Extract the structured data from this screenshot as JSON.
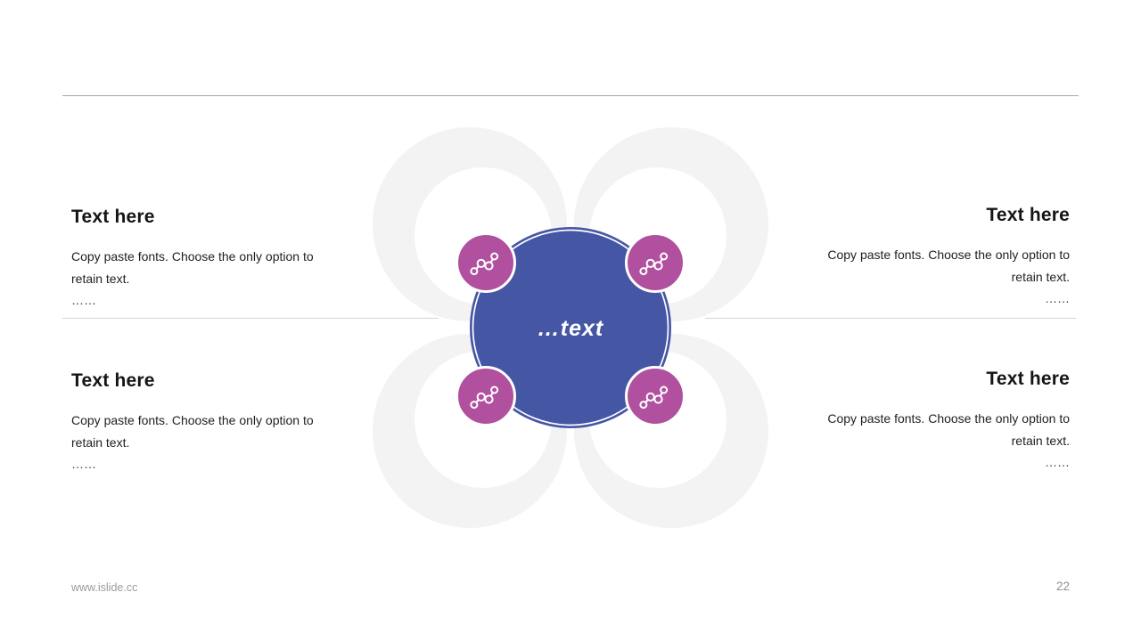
{
  "footer": {
    "url": "www.islide.cc",
    "page_number": "22"
  },
  "diagram": {
    "center_label": "…text",
    "colors": {
      "center_blue": "#4556a5",
      "node_magenta": "#b0509e",
      "petal_gray": "#f3f3f3",
      "divider_dark": "#a6a6a6",
      "divider_light": "#d4d4d4"
    },
    "node_icon": "trend-nodes-icon",
    "node_count": 4
  },
  "blocks": [
    {
      "heading": "Text here",
      "body": "Copy paste fonts. Choose the only option to retain text.",
      "ellipsis": "……"
    },
    {
      "heading": "Text here",
      "body": "Copy paste fonts. Choose the only option to retain text.",
      "ellipsis": "……"
    },
    {
      "heading": "Text here",
      "body": "Copy paste fonts. Choose the only option to retain text.",
      "ellipsis": "……"
    },
    {
      "heading": "Text here",
      "body": "Copy paste fonts. Choose the only option to retain text.",
      "ellipsis": "……"
    }
  ]
}
